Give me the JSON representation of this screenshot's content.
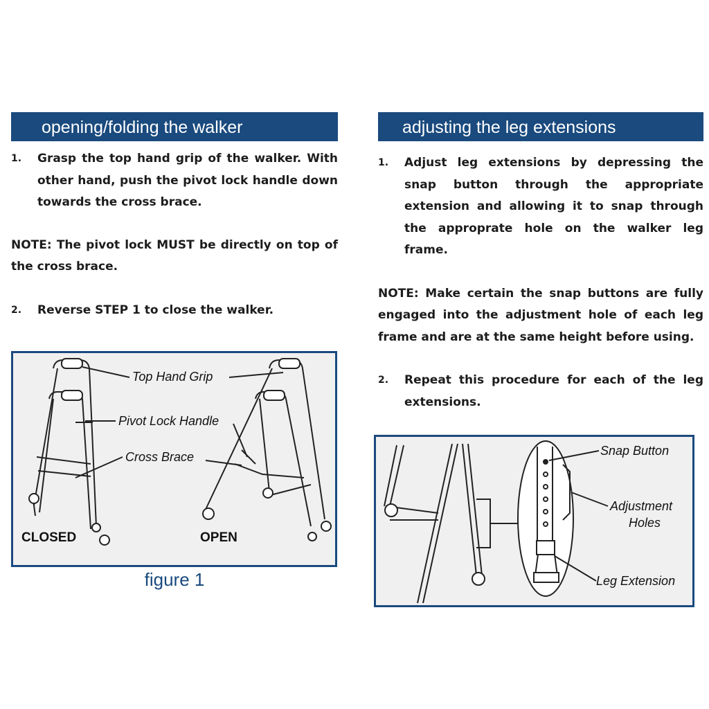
{
  "left_section": {
    "title": "opening/folding the walker",
    "step1_number": "1.",
    "step1_text": "Grasp the top hand grip of the walker. With other hand, push the pivot lock handle down towards the cross brace.",
    "note": "NOTE: The pivot lock MUST be directly on top of the cross brace.",
    "step2_number": "2.",
    "step2_text": "Reverse STEP 1 to close the walker."
  },
  "figure1": {
    "labels": {
      "top_hand_grip": "Top Hand Grip",
      "pivot_lock_handle": "Pivot Lock Handle",
      "cross_brace": "Cross Brace",
      "closed": "CLOSED",
      "open": "OPEN"
    },
    "caption": "figure 1"
  },
  "right_section": {
    "title": "adjusting the leg extensions",
    "step1_number": "1.",
    "step1_text": "Adjust leg extensions by depressing the snap button through the appropriate extension and allowing it to snap through the approprate hole on the walker leg frame.",
    "note": "NOTE: Make certain the snap buttons are fully engaged into the adjustment hole of each leg frame and are at the same height before using.",
    "step2_number": "2.",
    "step2_text": "Repeat this procedure for each of the leg extensions."
  },
  "figure2": {
    "labels": {
      "snap_button": "Snap Button",
      "adjustment_holes_1": "Adjustment",
      "adjustment_holes_2": "Holes",
      "leg_extension": "Leg Extension"
    }
  },
  "colors": {
    "header_blue": "#1a4a7e",
    "figure_background": "#f0f0f0"
  }
}
